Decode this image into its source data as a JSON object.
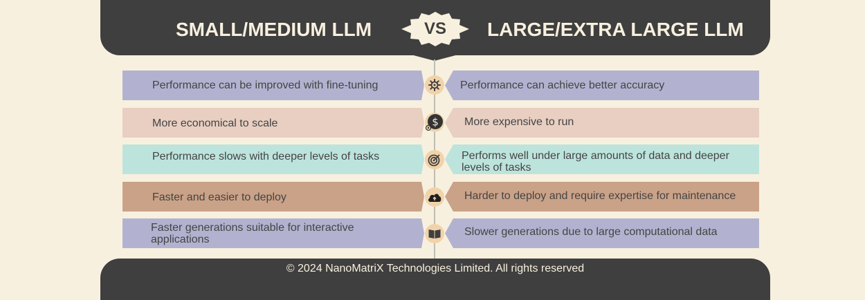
{
  "header": {
    "left_title": "SMALL/MEDIUM LLM",
    "vs_label": "VS",
    "right_title": "LARGE/EXTRA LARGE LLM"
  },
  "rows": [
    {
      "left": "Performance can be improved with fine-tuning",
      "right": "Performance can achieve better accuracy",
      "icon": "settings-gear-icon",
      "color": "#b2b2d0"
    },
    {
      "left": "More economical to scale",
      "right": "More expensive to run",
      "icon": "dollar-coin-icon",
      "color": "#e8cfc2"
    },
    {
      "left": "Performance slows with deeper levels of tasks",
      "right": "Performs well under large amounts of data and deeper levels of tasks",
      "icon": "target-icon",
      "color": "#bde4dc"
    },
    {
      "left": "Faster and easier to deploy",
      "right": "Harder to deploy and require expertise for maintenance",
      "icon": "cloud-upload-icon",
      "color": "#caa288"
    },
    {
      "left": "Faster generations suitable for interactive applications",
      "right": "Slower generations due to large computational data",
      "icon": "open-book-icon",
      "color": "#b2b2d0"
    }
  ],
  "footer": {
    "copyright": "© 2024 NanoMatriX Technologies Limited. All rights reserved"
  }
}
